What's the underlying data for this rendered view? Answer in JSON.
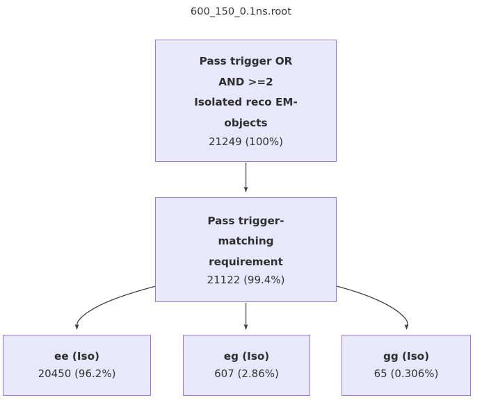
{
  "title": "600_150_0.1ns.root",
  "colors": {
    "node_fill": "#e8e8fc",
    "node_border": "#9a77d8",
    "edge": "#555555",
    "text": "#333333",
    "background": "#ffffff"
  },
  "nodes": {
    "root": {
      "label": "Pass trigger OR\nAND >=2\nIsolated reco EM-\nobjects",
      "count": "21249 (100%)"
    },
    "match": {
      "label": "Pass trigger-\nmatching\nrequirement",
      "count": "21122 (99.4%)"
    },
    "ee": {
      "label": "ee (Iso)",
      "count": "20450 (96.2%)"
    },
    "eg": {
      "label": "eg (Iso)",
      "count": "607 (2.86%)"
    },
    "gg": {
      "label": "gg (Iso)",
      "count": "65 (0.306%)"
    }
  },
  "chart_data": {
    "type": "diagram",
    "diagram_kind": "flowchart",
    "title": "600_150_0.1ns.root",
    "nodes": [
      {
        "id": "root",
        "label": "Pass trigger OR AND >=2 Isolated reco EM-objects",
        "count": 21249,
        "percent": "100%"
      },
      {
        "id": "match",
        "label": "Pass trigger-matching requirement",
        "count": 21122,
        "percent": "99.4%"
      },
      {
        "id": "ee",
        "label": "ee (Iso)",
        "count": 20450,
        "percent": "96.2%"
      },
      {
        "id": "eg",
        "label": "eg (Iso)",
        "count": 607,
        "percent": "2.86%"
      },
      {
        "id": "gg",
        "label": "gg (Iso)",
        "count": 65,
        "percent": "0.306%"
      }
    ],
    "edges": [
      {
        "from": "root",
        "to": "match",
        "style": "straight-arrow"
      },
      {
        "from": "match",
        "to": "ee",
        "style": "curved-arrow"
      },
      {
        "from": "match",
        "to": "eg",
        "style": "straight-arrow"
      },
      {
        "from": "match",
        "to": "gg",
        "style": "curved-arrow"
      }
    ]
  }
}
